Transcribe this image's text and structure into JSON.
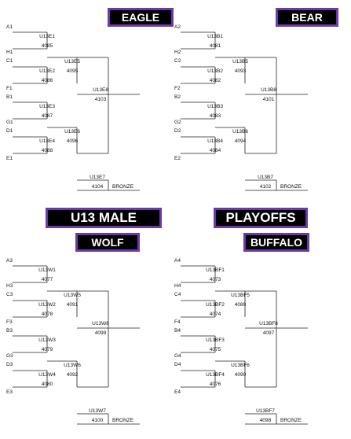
{
  "headers": {
    "eagle": "EAGLE",
    "bear": "BEAR",
    "u13": "U13 MALE",
    "playoffs": "PLAYOFFS",
    "wolf": "WOLF",
    "buffalo": "BUFFALO"
  },
  "colors": {
    "banner_bg": "#000000",
    "banner_border": "#6c3aa8",
    "line": "#222222"
  },
  "brackets": {
    "eagle": {
      "seeds": [
        "A1",
        "H1",
        "C1",
        "F1",
        "B1",
        "G1",
        "D1",
        "E1"
      ],
      "r1": [
        {
          "code": "U13E1",
          "num": "4085"
        },
        {
          "code": "U13E2",
          "num": "4086"
        },
        {
          "code": "U13E3",
          "num": "4087"
        },
        {
          "code": "U13E4",
          "num": "4088"
        }
      ],
      "r2": [
        {
          "code": "U13E5",
          "num": "4095"
        },
        {
          "code": "U13E6",
          "num": "4096"
        }
      ],
      "final": {
        "code": "U13E8",
        "num": "4103"
      },
      "bronze": {
        "code": "U13E7",
        "num": "4104",
        "label": "BRONZE"
      }
    },
    "bear": {
      "seeds": [
        "A2",
        "H2",
        "C2",
        "F2",
        "B2",
        "G2",
        "D2",
        "E2"
      ],
      "r1": [
        {
          "code": "U13B1",
          "num": "4081"
        },
        {
          "code": "U13B2",
          "num": "4082"
        },
        {
          "code": "U13B3",
          "num": "4083"
        },
        {
          "code": "U13B4",
          "num": "4084"
        }
      ],
      "r2": [
        {
          "code": "U13B5",
          "num": "4093"
        },
        {
          "code": "U13B6",
          "num": "4094"
        }
      ],
      "final": {
        "code": "U13B8",
        "num": "4101"
      },
      "bronze": {
        "code": "U13B7",
        "num": "4102",
        "label": "BRONZE"
      }
    },
    "wolf": {
      "seeds": [
        "A3",
        "H3",
        "C3",
        "F3",
        "B3",
        "G3",
        "D3",
        "E3"
      ],
      "r1": [
        {
          "code": "U13W1",
          "num": "4077"
        },
        {
          "code": "U13W2",
          "num": "4078"
        },
        {
          "code": "U13W3",
          "num": "4079"
        },
        {
          "code": "U13W4",
          "num": "4080"
        }
      ],
      "r2": [
        {
          "code": "U13W5",
          "num": "4091"
        },
        {
          "code": "U13W6",
          "num": "4092"
        }
      ],
      "final": {
        "code": "U13W8",
        "num": "4099"
      },
      "bronze": {
        "code": "U13W7",
        "num": "4100",
        "label": "BRONZE"
      }
    },
    "buffalo": {
      "seeds": [
        "A4",
        "H4",
        "C4",
        "F4",
        "B4",
        "G4",
        "D4",
        "E4"
      ],
      "r1": [
        {
          "code": "U13BF1",
          "num": "4073"
        },
        {
          "code": "U13BF2",
          "num": "4074"
        },
        {
          "code": "U13BF3",
          "num": "4075"
        },
        {
          "code": "U13BF4",
          "num": "4076"
        }
      ],
      "r2": [
        {
          "code": "U13BF5",
          "num": "4089"
        },
        {
          "code": "U13BF6",
          "num": "4090"
        }
      ],
      "final": {
        "code": "U13BF8",
        "num": "4097"
      },
      "bronze": {
        "code": "U13BF7",
        "num": "4098",
        "label": "BRONZE"
      }
    }
  }
}
